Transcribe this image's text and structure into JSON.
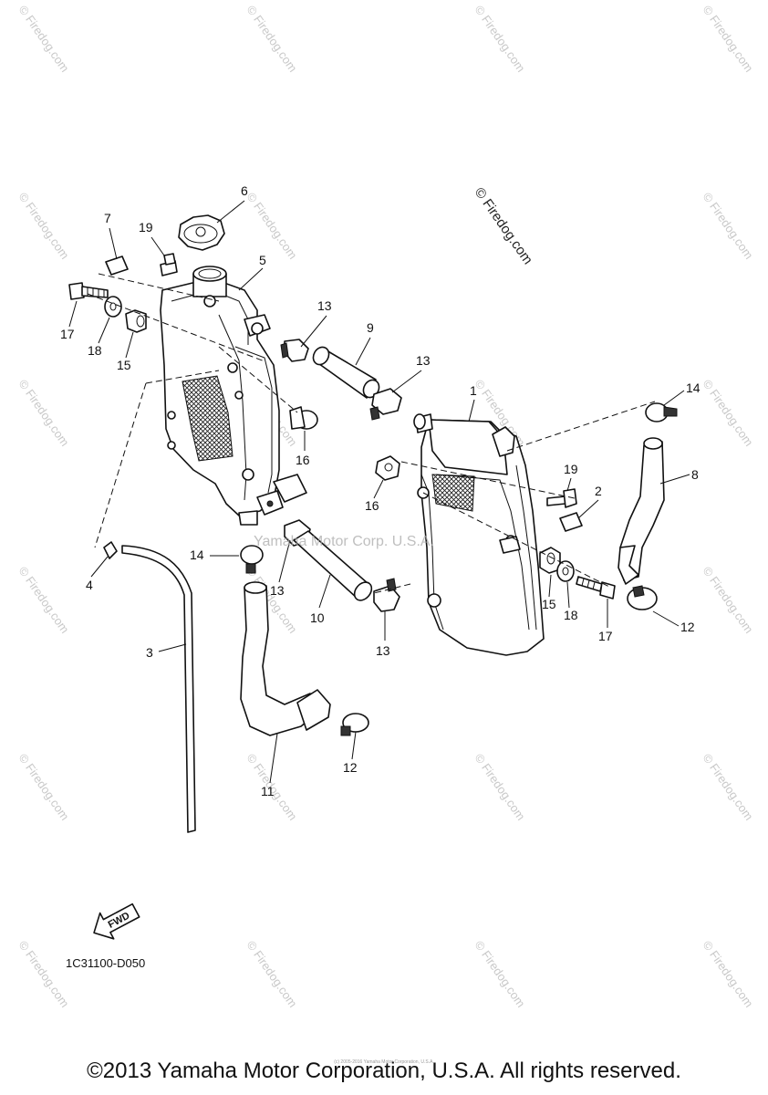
{
  "watermark": {
    "text": "© Firedog.com"
  },
  "center_watermark": "Yamaha Motor Corp. U.S.A.",
  "firedog_mark": "© Firedog.com",
  "reference_code": "1C31100-D050",
  "fwd_label": "FWD",
  "copyright": "©2013 Yamaha Motor Corporation, U.S.A. All rights reserved.",
  "tiny_notice": "(c) 2005-2016 Yamaha Motor Corporation, U.S.A.",
  "callouts": {
    "p1": "1",
    "p2": "2",
    "p3": "3",
    "p4": "4",
    "p5": "5",
    "p6": "6",
    "p7": "7",
    "p8": "8",
    "p9": "9",
    "p10": "10",
    "p11": "11",
    "p12a": "12",
    "p12b": "12",
    "p13a": "13",
    "p13b": "13",
    "p13c": "13",
    "p13d": "13",
    "p14a": "14",
    "p14b": "14",
    "p15a": "15",
    "p15b": "15",
    "p16a": "16",
    "p16b": "16",
    "p17a": "17",
    "p17b": "17",
    "p18a": "18",
    "p18b": "18",
    "p19a": "19",
    "p19b": "19"
  }
}
